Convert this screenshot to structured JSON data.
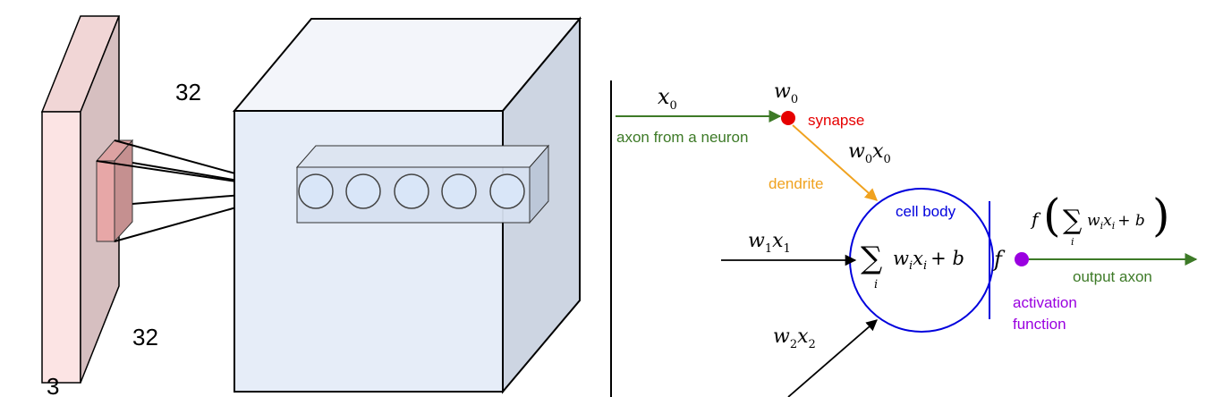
{
  "left_panel": {
    "height_label": "32",
    "width_label": "32",
    "depth_label": "3"
  },
  "right_panel": {
    "x0": {
      "var": "x",
      "sub": "0"
    },
    "w0": {
      "var": "w",
      "sub": "0"
    },
    "w0x0": {
      "w": "w",
      "ws": "0",
      "x": "x",
      "xs": "0"
    },
    "w1x1": {
      "w": "w",
      "ws": "1",
      "x": "x",
      "xs": "1"
    },
    "w2x2": {
      "w": "w",
      "ws": "2",
      "x": "x",
      "xs": "2"
    },
    "synapse_label": "synapse",
    "axon_label": "axon from a neuron",
    "dendrite_label": "dendrite",
    "cell_body_label": "cell body",
    "sum_expr": {
      "sigma": "∑",
      "index": "i",
      "w": "w",
      "wi": "i",
      "x": "x",
      "xi": "i",
      "rest": "+ b"
    },
    "f_label": "f",
    "output_expr": {
      "f": "f",
      "sigma": "∑",
      "index": "i",
      "w": "w",
      "wi": "i",
      "x": "x",
      "xi": "i",
      "rest": "+ b"
    },
    "output_axon_label": "output axon",
    "activation_line1": "activation",
    "activation_line2": "function"
  },
  "colors": {
    "green": "#3d7a27",
    "red": "#e60000",
    "orange": "#f0a21f",
    "blue": "#0000dd",
    "purple": "#9a00e0"
  }
}
